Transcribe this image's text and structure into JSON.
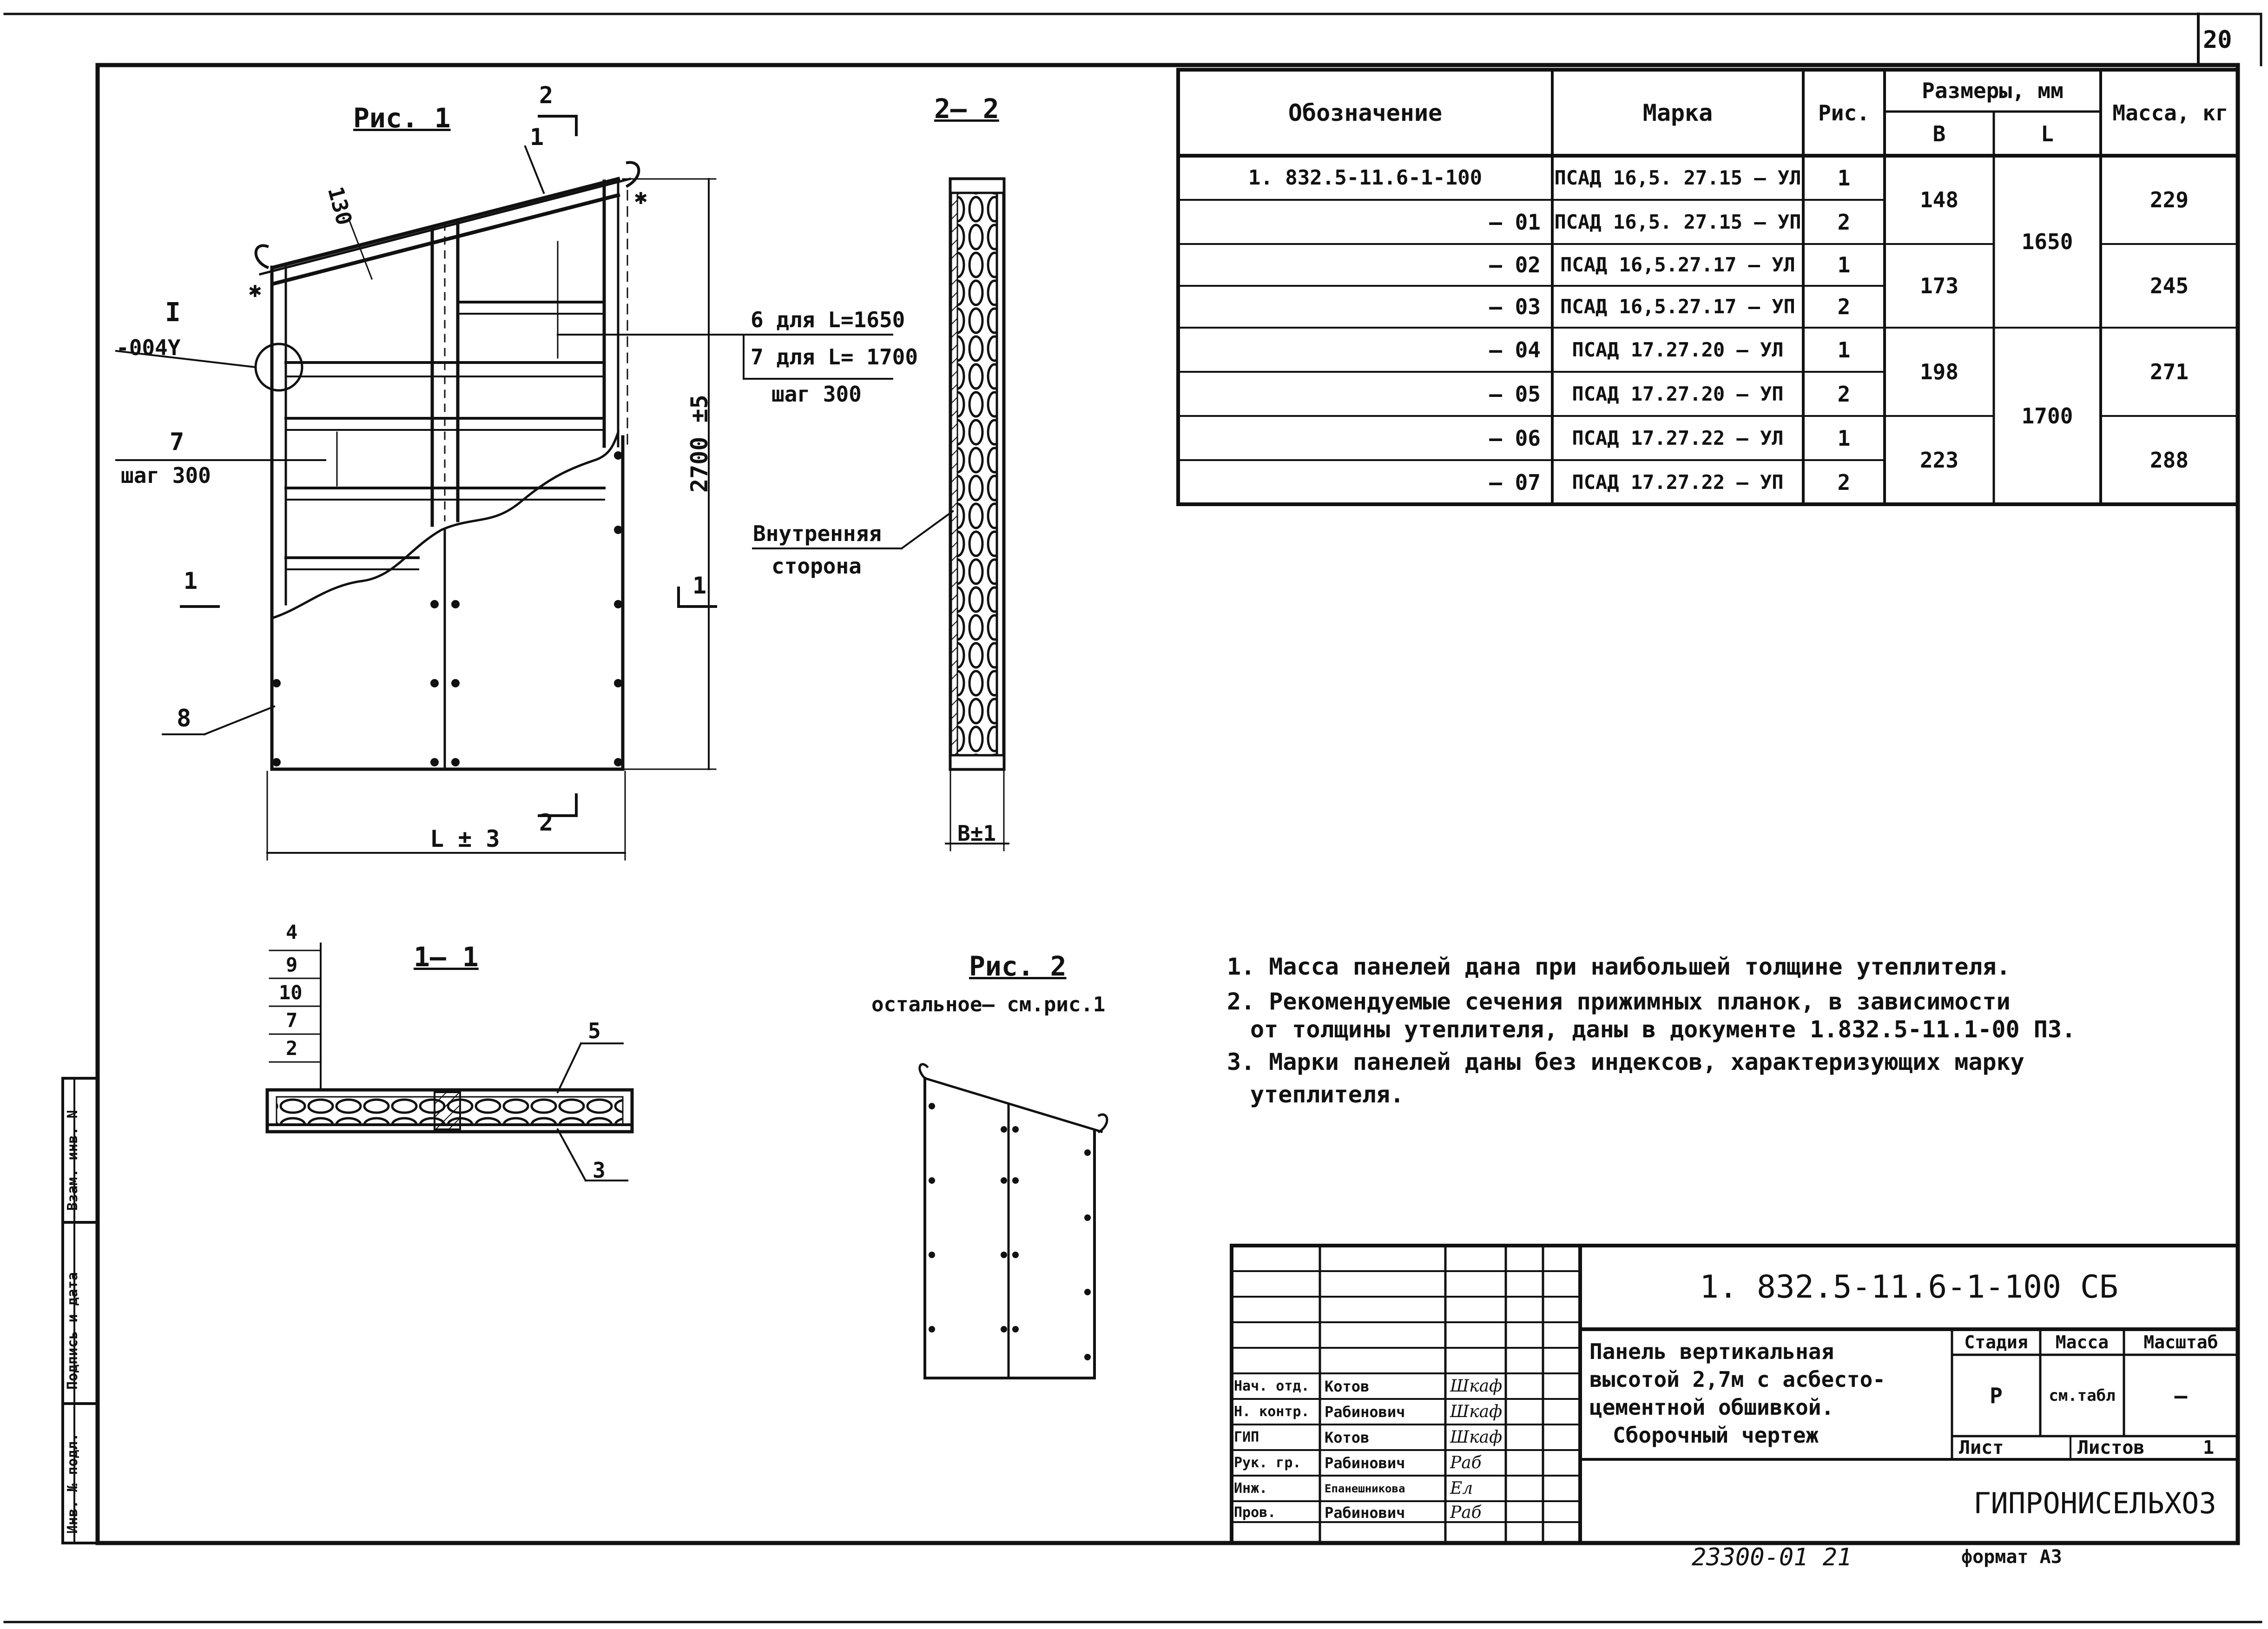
{
  "sheet_number": "20",
  "figures": {
    "fig1_title": "Рис. 1",
    "fig2_title": "Рис. 2",
    "fig2_note": "остальное– см.рис.1",
    "section_22": "2– 2",
    "section_11": "1– 1",
    "section_mark_2": "2",
    "section_mark_1": "1",
    "detail_label": "I",
    "detail_ref": "-004Y",
    "dim_130": "130",
    "dim_height": "2700 ±5",
    "dim_width": "L ± 3",
    "dim_b": "B±1",
    "pitch_note_l1": "6 для L=1650",
    "pitch_note_l2": "7 для L= 1700",
    "pitch_note_l3": "шаг 300",
    "left_pos_7": "7",
    "left_step": "шаг 300",
    "inner_side_l1": "Внутренняя",
    "inner_side_l2": "сторона",
    "asterisk": "✱",
    "pos_1": "1",
    "pos_8": "8",
    "sec11_pos": [
      "4",
      "9",
      "10",
      "7",
      "2"
    ],
    "pos_5": "5",
    "pos_3": "3"
  },
  "spec_table": {
    "headers": {
      "designation": "Обозначение",
      "mark": "Марка",
      "fig": "Рис.",
      "dimensions": "Размеры, мм",
      "b": "B",
      "l": "L",
      "mass": "Масса, кг"
    },
    "rows": [
      {
        "designation": "1. 832.5-11.6-1-100",
        "mark": "ПСАД 16,5. 27.15 – УЛ",
        "fig": "1"
      },
      {
        "designation": "– 01",
        "mark": "ПСАД 16,5. 27.15 – УП",
        "fig": "2"
      },
      {
        "designation": "– 02",
        "mark": "ПСАД 16,5.27.17 – УЛ",
        "fig": "1"
      },
      {
        "designation": "– 03",
        "mark": "ПСАД 16,5.27.17 – УП",
        "fig": "2"
      },
      {
        "designation": "– 04",
        "mark": "ПСАД 17.27.20 – УЛ",
        "fig": "1"
      },
      {
        "designation": "– 05",
        "mark": "ПСАД 17.27.20 – УП",
        "fig": "2"
      },
      {
        "designation": "– 06",
        "mark": "ПСАД 17.27.22 – УЛ",
        "fig": "1"
      },
      {
        "designation": "– 07",
        "mark": "ПСАД 17.27.22 – УП",
        "fig": "2"
      }
    ],
    "b_values": [
      "148",
      "173",
      "198",
      "223"
    ],
    "l_values": [
      "1650",
      "1700"
    ],
    "mass_values": [
      "229",
      "245",
      "271",
      "288"
    ]
  },
  "notes": [
    "1. Масса панелей дана при наибольшей толщине утеплителя.",
    "2. Рекомендуемые сечения прижимных планок, в зависимости",
    "от толщины утеплителя, даны в документе 1.832.5-11.1-00 ПЗ.",
    "3. Марки панелей даны без индексов, характеризующих марку",
    "утеплителя."
  ],
  "title_block": {
    "doc_code": "1. 832.5-11.6-1-100 СБ",
    "title_lines": [
      "Панель вертикальная",
      "высотой 2,7м с асбесто-",
      "цементной обшивкой.",
      "Сборочный чертеж"
    ],
    "stage_label": "Стадия",
    "mass_label": "Масса",
    "scale_label": "Масштаб",
    "stage_value": "Р",
    "mass_value": "см.табл",
    "scale_value": "—",
    "sheet_label": "Лист",
    "sheets_label": "Листов",
    "sheets_value": "1",
    "organization": "ГИПРОНИСЕЛЬХОЗ",
    "staff": [
      {
        "role": "Нач. отд.",
        "name": "Котов",
        "sign": "Шкаф"
      },
      {
        "role": "Н. контр.",
        "name": "Рабинович",
        "sign": "Шкаф"
      },
      {
        "role": "ГИП",
        "name": "Котов",
        "sign": "Шкаф"
      },
      {
        "role": "Рук. гр.",
        "name": "Рабинович",
        "sign": "Раб"
      },
      {
        "role": "Инж.",
        "name": "Епанешникова",
        "sign": "Ел"
      },
      {
        "role": "Пров.",
        "name": "Рабинович",
        "sign": "Раб"
      }
    ]
  },
  "side_stamp": {
    "inv_podl": "Инв. № подл.",
    "sign_date": "Подпись и дата",
    "vzam_inv": "Взам. инв. N"
  },
  "bottom": {
    "archive_no": "23300-01  21",
    "format": "формат А3"
  }
}
